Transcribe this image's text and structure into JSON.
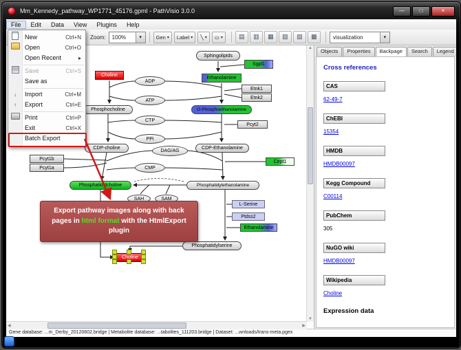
{
  "window": {
    "title": "Mm_Kennedy_pathway_WP1771_45176.gpml - PathVisio 3.0.0",
    "minimize": "—",
    "maximize": "□",
    "close": "×"
  },
  "menubar": {
    "items": [
      "File",
      "Edit",
      "Data",
      "View",
      "Plugins",
      "Help"
    ]
  },
  "file_menu": {
    "submenu_arrow": "▸",
    "items": [
      {
        "label": "New",
        "shortcut": "Ctrl+N",
        "icon": "new-document-icon"
      },
      {
        "label": "Open",
        "shortcut": "Ctrl+O",
        "icon": "open-folder-icon"
      },
      {
        "label": "Open Recent",
        "shortcut": "",
        "icon": ""
      },
      {
        "label": "Save",
        "shortcut": "Ctrl+S",
        "icon": "save-disk-icon",
        "disabled": true
      },
      {
        "label": "Save as",
        "shortcut": "",
        "icon": ""
      },
      {
        "label": "Import",
        "shortcut": "Ctrl+M",
        "icon": "import-icon"
      },
      {
        "label": "Export",
        "shortcut": "Ctrl+E",
        "icon": "export-icon"
      },
      {
        "label": "Print",
        "shortcut": "Ctrl+P",
        "icon": "print-icon"
      },
      {
        "label": "Exit",
        "shortcut": "Ctrl+X",
        "icon": ""
      },
      {
        "label": "Batch Export",
        "shortcut": "",
        "icon": "",
        "highlighted": true
      }
    ],
    "import_glyph": "↓",
    "export_glyph": "↑"
  },
  "toolbar": {
    "zoom_label": "Zoom:",
    "zoom_value": "100%",
    "dropdown_arrow": "▾",
    "tools": [
      {
        "name": "datanode-tool",
        "label": "Gen"
      },
      {
        "name": "label-tool",
        "label": "Label"
      },
      {
        "name": "line-tool",
        "label": "╲"
      },
      {
        "name": "shape-tool",
        "label": "▭"
      }
    ],
    "align_icons": [
      "▤",
      "▥",
      "▦",
      "▧",
      "▨",
      "▩"
    ],
    "visualization_value": "visualization"
  },
  "sidebar": {
    "tabs": [
      "Objects",
      "Properties",
      "Backpage",
      "Search",
      "Legend"
    ],
    "active_tab": "Backpage",
    "backpage": {
      "heading": "Cross references",
      "sections": [
        {
          "name": "CAS",
          "value": "62-49-7",
          "is_link": true
        },
        {
          "name": "ChEBI",
          "value": "15354",
          "is_link": true
        },
        {
          "name": "HMDB",
          "value": "HMDB00097",
          "is_link": true
        },
        {
          "name": "Kegg Compound",
          "value": "C00114",
          "is_link": true
        },
        {
          "name": "PubChem",
          "value": "305",
          "is_link": false
        },
        {
          "name": "NuGO wiki",
          "value": "HMDB00097",
          "is_link": true
        },
        {
          "name": "Wikipedia",
          "value": "Choline",
          "is_link": true
        }
      ],
      "footer": "Expression data"
    }
  },
  "pathway": {
    "nodes": [
      {
        "label": "Sphingolipids",
        "type": "metabolite"
      },
      {
        "label": "Sgpl1",
        "type": "gene"
      },
      {
        "label": "Choline",
        "type": "metabolite"
      },
      {
        "label": "Ethanolamine",
        "type": "metabolite"
      },
      {
        "label": "ADP",
        "type": "metabolite"
      },
      {
        "label": "ATP",
        "type": "metabolite"
      },
      {
        "label": "Etnk1",
        "type": "gene"
      },
      {
        "label": "Etnk2",
        "type": "gene"
      },
      {
        "label": "Phosphocholine",
        "type": "metabolite"
      },
      {
        "label": "O-Phosphoethanolamine",
        "type": "metabolite"
      },
      {
        "label": "CTP",
        "type": "metabolite"
      },
      {
        "label": "PPi",
        "type": "metabolite"
      },
      {
        "label": "Pcyt2",
        "type": "gene"
      },
      {
        "label": "CDP-choline",
        "type": "metabolite"
      },
      {
        "label": "DAG/AG",
        "type": "metabolite"
      },
      {
        "label": "CDP-Ethanolamine",
        "type": "metabolite"
      },
      {
        "label": "Cept1",
        "type": "gene"
      },
      {
        "label": "CMP",
        "type": "metabolite"
      },
      {
        "label": "Pcyt1b",
        "type": "gene"
      },
      {
        "label": "Pcyt1a",
        "type": "gene"
      },
      {
        "label": "Phosphatidylcholine",
        "type": "metabolite"
      },
      {
        "label": "Phosphatidylethanolamine",
        "type": "metabolite"
      },
      {
        "label": "SAH",
        "type": "metabolite"
      },
      {
        "label": "SAM",
        "type": "metabolite"
      },
      {
        "label": "L-Serine",
        "type": "metabolite"
      },
      {
        "label": "Ptdss2",
        "type": "gene"
      },
      {
        "label": "Ethanolamine",
        "type": "metabolite"
      },
      {
        "label": "Phosphatidylserine",
        "type": "metabolite"
      },
      {
        "label": "Choline",
        "type": "metabolite",
        "selected": true
      }
    ]
  },
  "callout": {
    "before": "Export pathway images along with back pages in ",
    "highlight": "html format",
    "after": " with the HtmlExport plugin"
  },
  "statusbar": {
    "text": "Gene database: ...m_Derby_20120602.bridge | Metabolite database: ...tabolites_111203.bridge | Dataset: ...wnloads/trans-meta.pgex"
  },
  "colors": {
    "annotation_red": "#d01818",
    "callout_bg": "#a84848",
    "highlight_green": "#55e022",
    "link_blue": "#0000dd",
    "node_red": "#dd0000",
    "node_green": "#22c432",
    "node_blue": "#5560d8",
    "node_lavender": "#ccd0f4"
  }
}
